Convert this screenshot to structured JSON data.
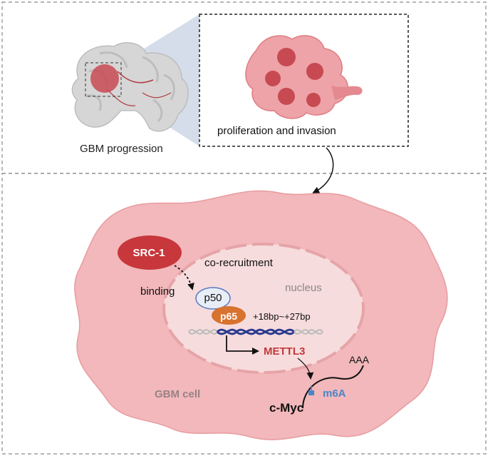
{
  "labels": {
    "gbm_progression": "GBM progression",
    "proliferation": "proliferation and invasion",
    "co_recruitment": "co-recruitment",
    "binding": "binding",
    "nucleus": "nucleus",
    "src1": "SRC-1",
    "p50": "p50",
    "p65": "p65",
    "bp_range": "+18bp~+27bp",
    "mettl3": "METTL3",
    "aaa": "AAA",
    "gbm_cell": "GBM cell",
    "cmyc": "c-Myc",
    "m6a": "m6A"
  },
  "colors": {
    "cell_fill": "#f2b8bb",
    "nucleus_fill": "#f7dcdd",
    "src1_red": "#c7373b",
    "p65_orange": "#d8722f",
    "p50_fill": "#e8eef8",
    "mettl3_red": "#c0393b",
    "m6a_blue": "#4a86c8",
    "dna_blue": "#2b3a8f",
    "brain_gray": "#d4d4d4",
    "tumor_red": "#c94a55",
    "zoom_cone": "#c9d5e3"
  },
  "icons": {
    "brain": "brain-icon",
    "tumor_cells": "tumor-cell-cluster-icon",
    "dna": "dna-helix-icon"
  }
}
